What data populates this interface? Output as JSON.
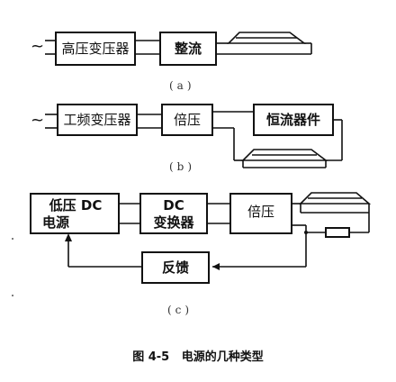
{
  "diagram_a": {
    "source_symbol": "~",
    "box1": "高压变压器",
    "box2": "整流",
    "sublabel": "(a)"
  },
  "diagram_b": {
    "source_symbol": "~",
    "box1": "工频变压器",
    "box2": "倍压",
    "box3": "恒流器件",
    "sublabel": "(b)"
  },
  "diagram_c": {
    "box1_line1": "低压 DC",
    "box1_line2": "电源",
    "box2_line1": "DC",
    "box2_line2": "变换器",
    "box3": "倍压",
    "feedback": "反馈",
    "sublabel": "(c)"
  },
  "caption": "图 4-5   电源的几种类型"
}
